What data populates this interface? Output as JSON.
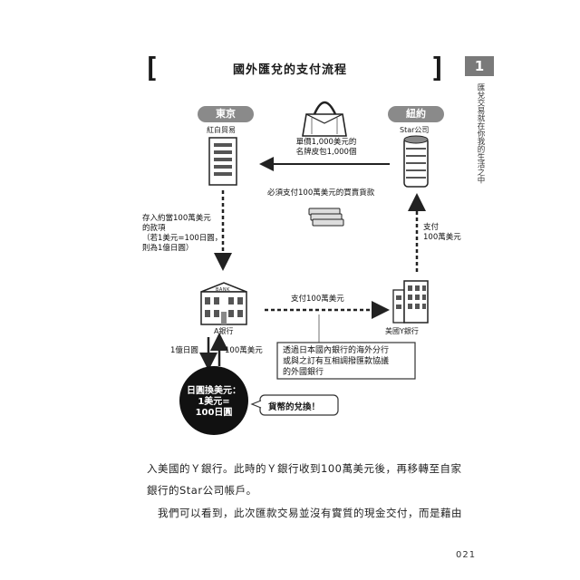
{
  "title": "國外匯兌的支付流程",
  "chapter": {
    "number": "1",
    "side_text": "匯兌交易就在你我的生活之中"
  },
  "diagram": {
    "tokyo_label": "東京",
    "newyork_label": "紐約",
    "tokyo_company": "紅白貿易",
    "ny_company": "Star公司",
    "purchase_note": [
      "單價1,000美元的",
      "名牌皮包1,000個"
    ],
    "payment_required": "必須支付100萬美元的買賣貨款",
    "deposit_note": [
      "存入約當100萬美元",
      "的款項",
      "（若1美元=100日圓，",
      "則為1億日圓）"
    ],
    "ny_pay_note": [
      "支付",
      "100萬美元"
    ],
    "bank_a": "A銀行",
    "bank_y": "美國Y銀行",
    "bank_sign": "BANK",
    "pay_between_banks": "支付100萬美元",
    "correspondent_note": [
      "透過日本國內銀行的海外分行",
      "或與之訂有互相調撥匯款協議",
      "的外國銀行"
    ],
    "yen_label": "1億日圓",
    "usd_label": "100萬美元",
    "exchange_circle": [
      "日圓換美元：",
      "1美元=",
      "100日圓"
    ],
    "exchange_bubble": "貨幣的兌換！"
  },
  "body": [
    "入美國的Ｙ銀行。此時的Ｙ銀行收到100萬美元後，再移轉至自家",
    "銀行的Star公司帳戶。",
    "　我們可以看到，此次匯款交易並沒有實質的現金交付，而是藉由"
  ],
  "page_number": "021"
}
